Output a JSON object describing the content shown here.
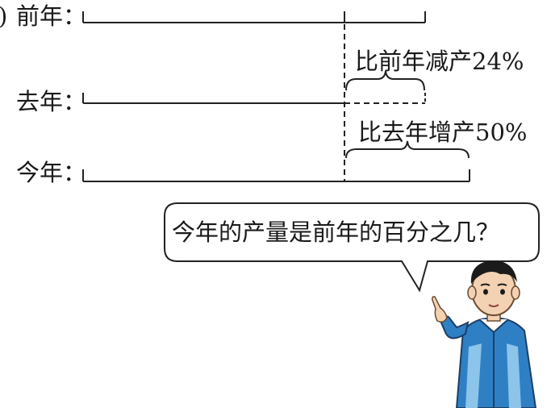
{
  "rows": [
    {
      "label": "前年："
    },
    {
      "label": "去年："
    },
    {
      "label": "今年："
    }
  ],
  "left_paren": ")",
  "annotations": {
    "decrease": "比前年减产24%",
    "increase": "比去年增产50%"
  },
  "speech_bubble": {
    "text": "今年的产量是前年的百分之几？"
  },
  "colors": {
    "line": "#222222",
    "jacket_blue": "#2f7fc4",
    "jacket_light": "#8cc4ea",
    "hair": "#1b1b1b",
    "skin": "#f3d2b3"
  }
}
